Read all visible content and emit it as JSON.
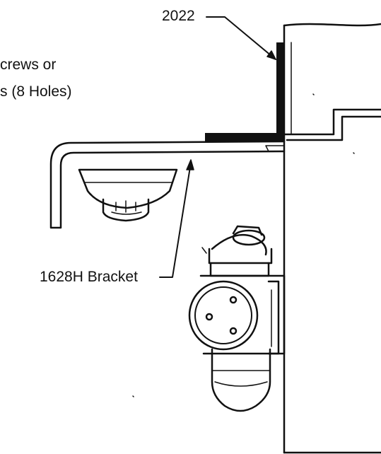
{
  "labels": {
    "part_number": "2022",
    "screws_line1": "crews or",
    "screws_line2": "s (8 Holes)",
    "bracket": "1628H Bracket"
  },
  "colors": {
    "ink": "#111111",
    "background": "#ffffff"
  }
}
